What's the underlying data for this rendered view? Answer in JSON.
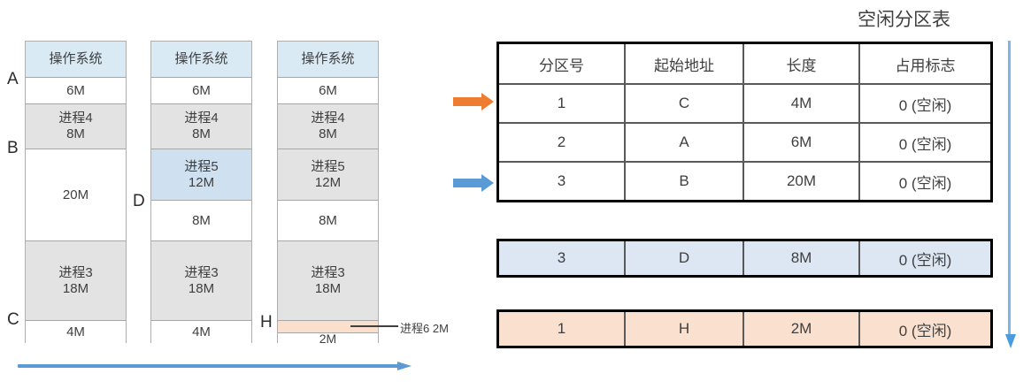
{
  "title": "空闲分区表",
  "memory_snapshots": [
    {
      "name": "snapshot-1",
      "segments": [
        {
          "line1": "操作系统",
          "line2": "",
          "fill": "os"
        },
        {
          "line1": "6M",
          "line2": "",
          "fill": "free"
        },
        {
          "line1": "进程4",
          "line2": "8M",
          "fill": "proc"
        },
        {
          "line1": "20M",
          "line2": "",
          "fill": "free"
        },
        {
          "line1": "进程3",
          "line2": "18M",
          "fill": "proc"
        },
        {
          "line1": "4M",
          "line2": "",
          "fill": "free"
        }
      ],
      "boundaries": [
        {
          "label": "A"
        },
        {
          "label": "B"
        },
        {
          "label": "C"
        }
      ]
    },
    {
      "name": "snapshot-2",
      "segments": [
        {
          "line1": "操作系统",
          "line2": "",
          "fill": "os"
        },
        {
          "line1": "6M",
          "line2": "",
          "fill": "free"
        },
        {
          "line1": "进程4",
          "line2": "8M",
          "fill": "proc"
        },
        {
          "line1": "进程5",
          "line2": "12M",
          "fill": "proc5hl"
        },
        {
          "line1": "8M",
          "line2": "",
          "fill": "free"
        },
        {
          "line1": "进程3",
          "line2": "18M",
          "fill": "proc"
        },
        {
          "line1": "4M",
          "line2": "",
          "fill": "free"
        }
      ],
      "boundaries": [
        {
          "label": "D"
        }
      ]
    },
    {
      "name": "snapshot-3",
      "segments": [
        {
          "line1": "操作系统",
          "line2": "",
          "fill": "os"
        },
        {
          "line1": "6M",
          "line2": "",
          "fill": "free"
        },
        {
          "line1": "进程4",
          "line2": "8M",
          "fill": "proc"
        },
        {
          "line1": "进程5",
          "line2": "12M",
          "fill": "proc"
        },
        {
          "line1": "8M",
          "line2": "",
          "fill": "free"
        },
        {
          "line1": "进程3",
          "line2": "18M",
          "fill": "proc"
        },
        {
          "line1": "",
          "line2": "",
          "fill": "proc6"
        },
        {
          "line1": "2M",
          "line2": "",
          "fill": "free"
        }
      ],
      "boundaries": [
        {
          "label": "H"
        }
      ],
      "callout": "进程6 2M"
    }
  ],
  "free_table": {
    "headers": [
      "分区号",
      "起始地址",
      "长度",
      "占用标志"
    ],
    "rows": [
      [
        "1",
        "C",
        "4M",
        "0 (空闲)"
      ],
      [
        "2",
        "A",
        "6M",
        "0 (空闲)"
      ],
      [
        "3",
        "B",
        "20M",
        "0 (空闲)"
      ]
    ]
  },
  "extra_rows": [
    {
      "name": "row-blue",
      "cells": [
        "3",
        "D",
        "8M",
        "0 (空闲)"
      ],
      "color": "#dce7f3"
    },
    {
      "name": "row-peach",
      "cells": [
        "1",
        "H",
        "2M",
        "0 (空闲)"
      ],
      "color": "#fae0ce"
    }
  ],
  "arrows": {
    "orange_pointer_target_row": "1",
    "blue_pointer_target_row": "3",
    "vertical_color": "#7cb5e8",
    "timeline_color": "#5b9bd5"
  }
}
